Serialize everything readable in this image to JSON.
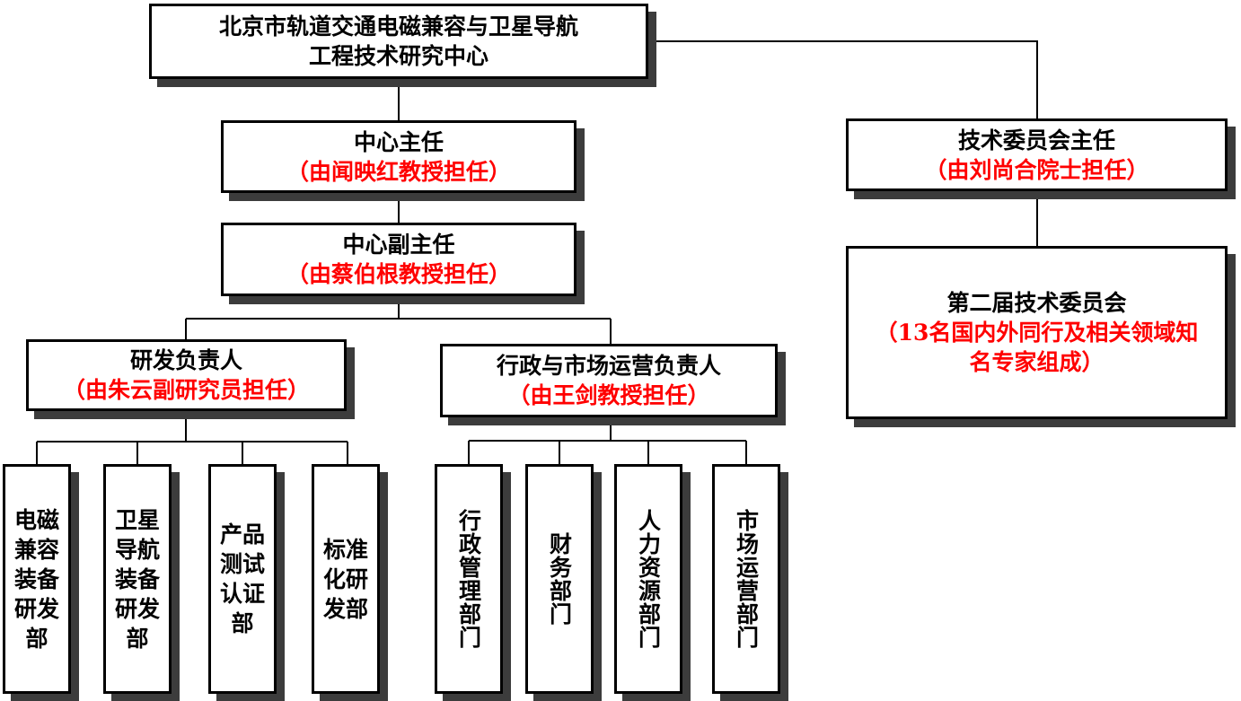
{
  "root": {
    "line1": "北京市轨道交通电磁兼容与卫星导航",
    "line2": "工程技术研究中心"
  },
  "director": {
    "title": "中心主任",
    "note": "（由闻映红教授担任）"
  },
  "deputy": {
    "title": "中心副主任",
    "note": "（由蔡伯根教授担任）"
  },
  "rd_head": {
    "title": "研发负责人",
    "note": "（由朱云副研究员担任）"
  },
  "admin_head": {
    "title": "行政与市场运营负责人",
    "note": "（由王剑教授担任）"
  },
  "tech_chair": {
    "title": "技术委员会主任",
    "note": "（由刘尚合院士担任）"
  },
  "committee": {
    "title": "第二届技术委员会",
    "note1": "（13名国内外同行及相关领域知",
    "note2": "名专家组成）"
  },
  "rd_depts": [
    {
      "lines": [
        "电磁",
        "兼容",
        "装备",
        "研发",
        "部"
      ]
    },
    {
      "lines": [
        "卫星",
        "导航",
        "装备",
        "研发",
        "部"
      ]
    },
    {
      "lines": [
        "产品",
        "测试",
        "认证",
        "部"
      ]
    },
    {
      "lines": [
        "标准",
        "化研",
        "发部"
      ]
    }
  ],
  "admin_depts": [
    {
      "text": "行政管理部门"
    },
    {
      "text": "财务部门"
    },
    {
      "text": "人力资源部门"
    },
    {
      "text": "市场运营部门"
    }
  ],
  "colors": {
    "note_red": "#ff0000",
    "border": "#000000",
    "shadow": "#3c3c3c"
  }
}
